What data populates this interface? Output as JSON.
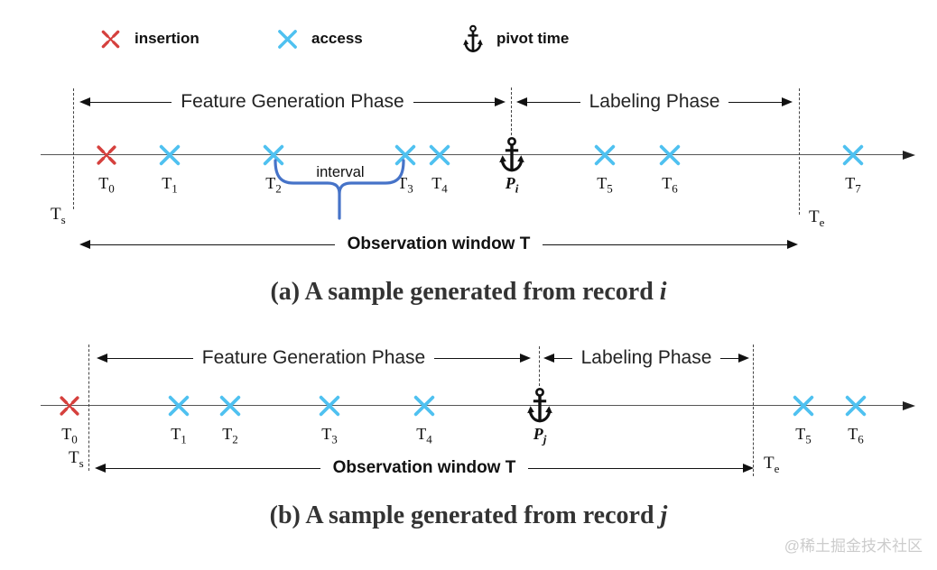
{
  "colors": {
    "insertion": "#d5403d",
    "access": "#4fc1f0",
    "brace": "#4673c8",
    "pivot": "#111111",
    "watermark": "#cccccc"
  },
  "legend": {
    "items": [
      {
        "icon": "insertion-x-icon",
        "label": "insertion"
      },
      {
        "icon": "access-x-icon",
        "label": "access"
      },
      {
        "icon": "anchor-icon",
        "label": "pivot time"
      }
    ]
  },
  "diagram_a": {
    "feature_phase_label": "Feature Generation Phase",
    "labeling_phase_label": "Labeling Phase",
    "interval_label": "interval",
    "observation_label": "Observation window T",
    "window_start": {
      "main": "T",
      "sub": "s"
    },
    "window_end": {
      "main": "T",
      "sub": "e"
    },
    "ticks": [
      {
        "main": "T",
        "sub": "0",
        "type": "insertion"
      },
      {
        "main": "T",
        "sub": "1",
        "type": "access"
      },
      {
        "main": "T",
        "sub": "2",
        "type": "access"
      },
      {
        "main": "T",
        "sub": "3",
        "type": "access"
      },
      {
        "main": "T",
        "sub": "4",
        "type": "access"
      },
      {
        "main": "P",
        "sub": "i",
        "type": "pivot"
      },
      {
        "main": "T",
        "sub": "5",
        "type": "access"
      },
      {
        "main": "T",
        "sub": "6",
        "type": "access"
      },
      {
        "main": "T",
        "sub": "7",
        "type": "access"
      }
    ],
    "caption_prefix": "(a) A sample generated from record ",
    "caption_var": "i"
  },
  "diagram_b": {
    "feature_phase_label": "Feature Generation Phase",
    "labeling_phase_label": "Labeling Phase",
    "observation_label": "Observation window T",
    "window_start": {
      "main": "T",
      "sub": "s"
    },
    "window_end": {
      "main": "T",
      "sub": "e"
    },
    "ticks": [
      {
        "main": "T",
        "sub": "0",
        "type": "insertion"
      },
      {
        "main": "T",
        "sub": "1",
        "type": "access"
      },
      {
        "main": "T",
        "sub": "2",
        "type": "access"
      },
      {
        "main": "T",
        "sub": "3",
        "type": "access"
      },
      {
        "main": "T",
        "sub": "4",
        "type": "access"
      },
      {
        "main": "P",
        "sub": "j",
        "type": "pivot"
      },
      {
        "main": "T",
        "sub": "5",
        "type": "access"
      },
      {
        "main": "T",
        "sub": "6",
        "type": "access"
      }
    ],
    "caption_prefix": "(b) A sample generated from record ",
    "caption_var": "j"
  },
  "watermark": "@稀土掘金技术社区"
}
